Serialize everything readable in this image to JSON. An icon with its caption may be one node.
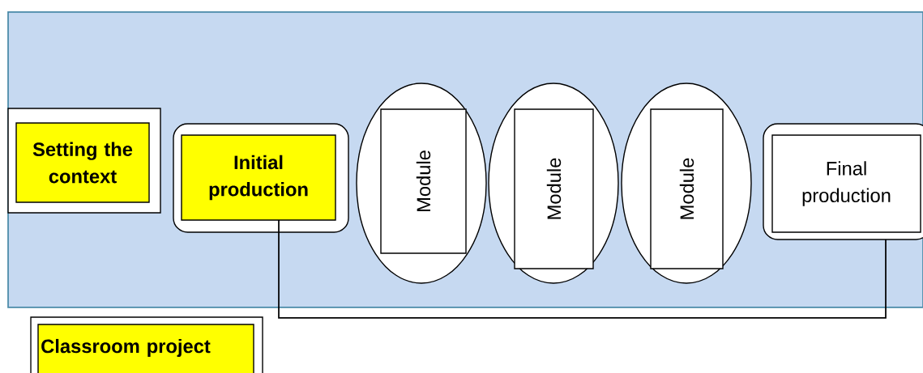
{
  "diagram": {
    "nodes": [
      {
        "text": [],
        "shape": "box"
      },
      {
        "text": [
          "Setting the context"
        ],
        "in": 0
      },
      {
        "text": [
          "Initial production"
        ],
        "in": 0
      },
      {
        "text": [
          "Module"
        ],
        "in": 0
      },
      {
        "text": [
          "Module"
        ],
        "in": 0
      },
      {
        "text": [
          "Module"
        ],
        "in": 0
      },
      {
        "text": [
          "Final production"
        ],
        "in": 0
      },
      {
        "text": [
          "Classroom project"
        ]
      }
    ],
    "edges": [
      {
        "from": 2,
        "to": 6,
        "arrow": "none"
      }
    ]
  }
}
